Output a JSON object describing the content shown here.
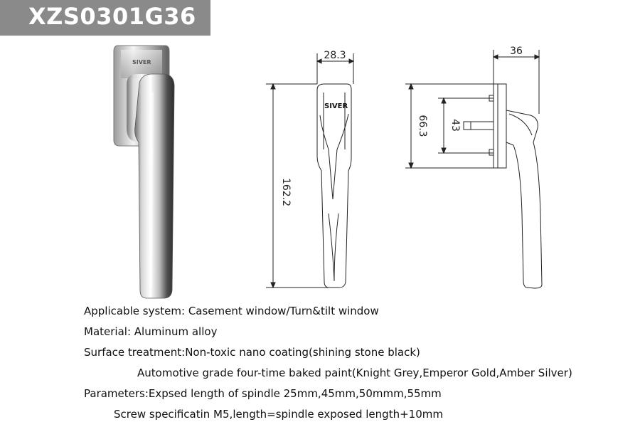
{
  "title": "XZS0301G36",
  "product_logo": "SIVER",
  "dimensions": {
    "width_front": "28.3",
    "depth_side": "36",
    "length": "162.2",
    "base_height": "66.3",
    "screw_spacing": "43"
  },
  "specs": [
    "Applicable system: Casement window/Turn&tilt window",
    "Material: Aluminum alloy",
    "Surface treatment:Non-toxic nano coating(shining stone black)",
    "Automotive grade four-time baked paint(Knight Grey,Emperor Gold,Amber Silver)",
    "Parameters:Expsed length of spindle 25mm,45mm,50mmm,55mm",
    "Screw specificatin M5,length=spindle exposed length+10mm"
  ],
  "colors": {
    "title_bg": "#8a8a8a",
    "title_text": "#ffffff",
    "line": "#222222"
  }
}
